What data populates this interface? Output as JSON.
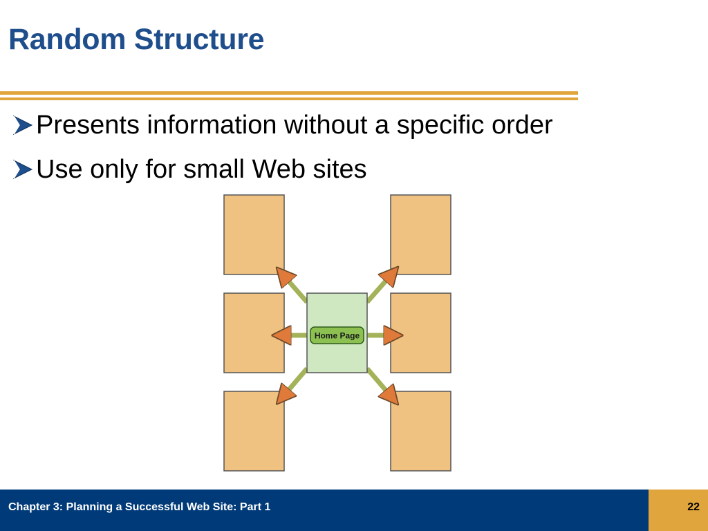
{
  "slide": {
    "title": "Random Structure",
    "bullets": [
      "Presents information without a specific order",
      "Use only for small Web sites"
    ]
  },
  "diagram": {
    "center_label": "Home Page",
    "page_count": 6
  },
  "footer": {
    "chapter_text": "Chapter 3: Planning a Successful Web Site: Part 1",
    "page_number": "22"
  },
  "colors": {
    "title": "#1f4e8c",
    "accent": "#e0a53c",
    "footer_bg": "#003a78",
    "page_box": "#efc282",
    "home_box": "#cfe8c2",
    "home_label": "#8cc152"
  }
}
